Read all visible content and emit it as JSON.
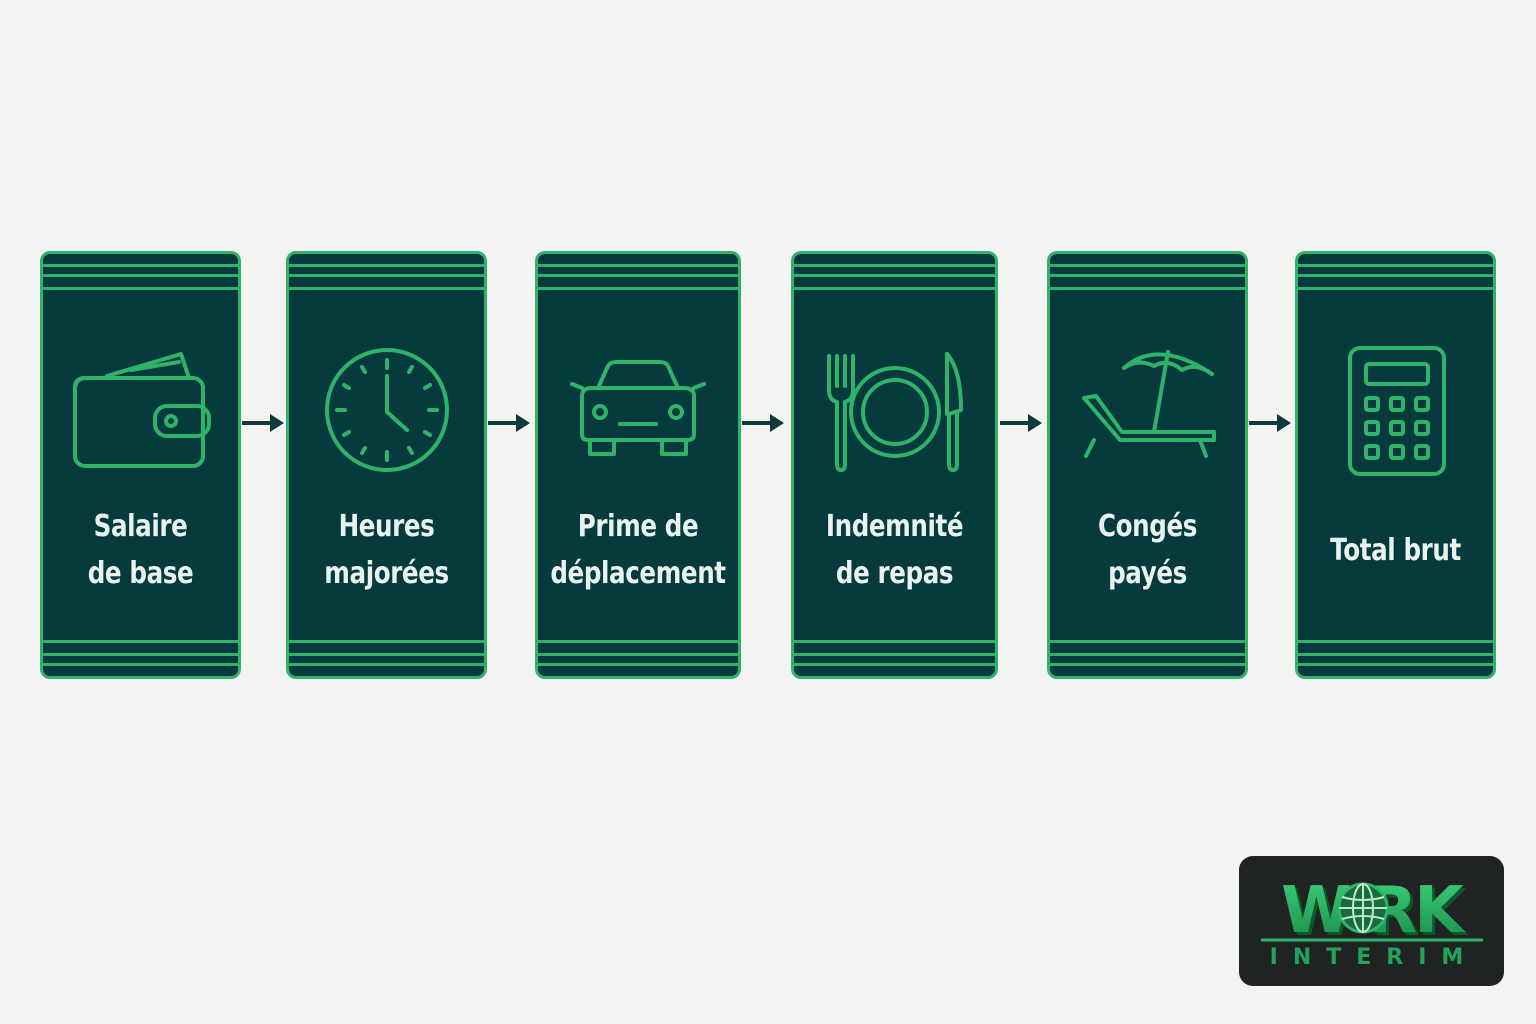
{
  "steps": [
    {
      "label": "Salaire\nde base",
      "icon": "wallet-icon"
    },
    {
      "label": "Heures\nmajorées",
      "icon": "clock-icon"
    },
    {
      "label": "Prime de\ndéplacement",
      "icon": "car-icon"
    },
    {
      "label": "Indemnité\nde repas",
      "icon": "plate-cutlery-icon"
    },
    {
      "label": "Congés\npayés",
      "icon": "beach-chair-umbrella-icon"
    },
    {
      "label": "Total brut",
      "icon": "calculator-icon"
    }
  ],
  "logo": {
    "word": "WORK",
    "subword": "INTERIM"
  },
  "colors": {
    "background": "#f4f4f3",
    "card_fill": "#063a3c",
    "accent_green": "#2fb36a",
    "arrow": "#0e3a3c",
    "label_text": "#e9f3ee",
    "logo_bg": "#1f2322"
  }
}
